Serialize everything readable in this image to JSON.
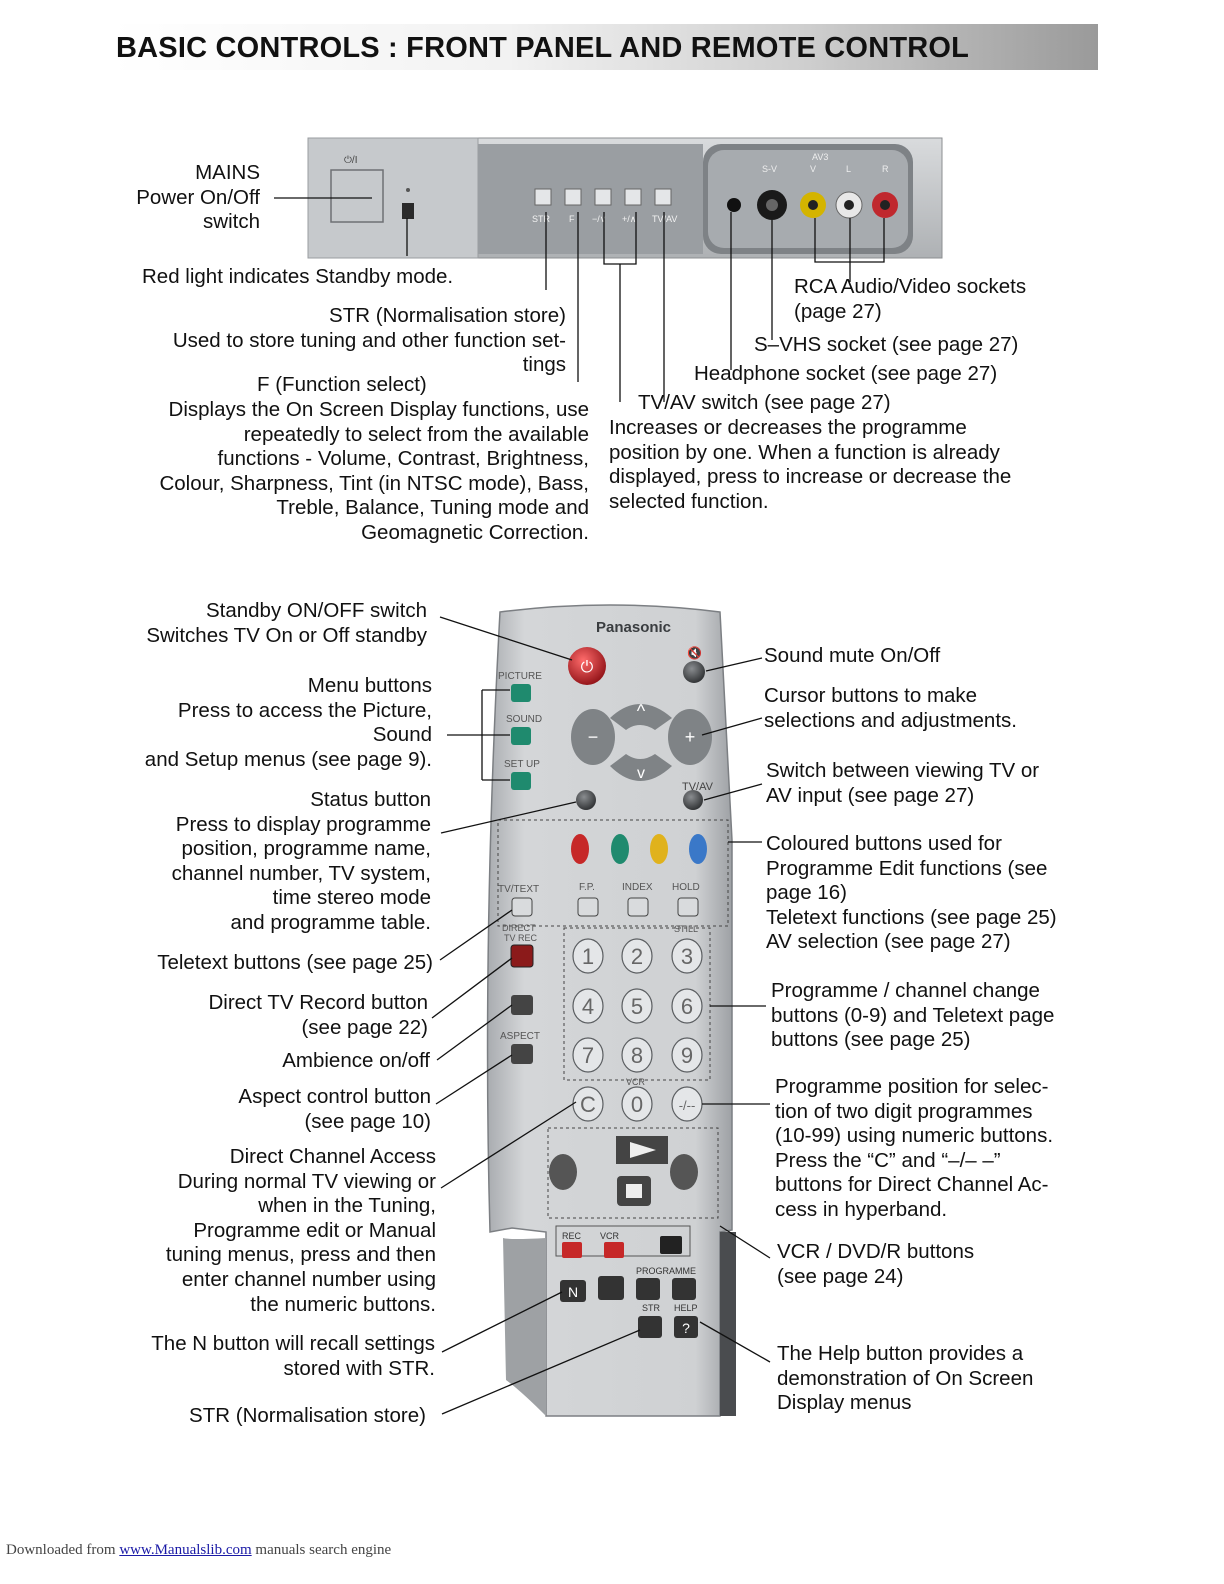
{
  "page": {
    "title": "BASIC CONTROLS : FRONT PANEL AND REMOTE CONTROL"
  },
  "front_panel": {
    "power_label": "⏻/I",
    "button_labels": [
      "STR",
      "F",
      "−/∨",
      "+/∧",
      "TV/AV"
    ],
    "socket_header": "AV3",
    "socket_labels": [
      "S-V",
      "V",
      "L",
      "R"
    ],
    "annotations": {
      "mains": "MAINS\nPower On/Off\nswitch",
      "red_light": "Red light indicates Standby mode.",
      "str": "STR (Normalisation store)\nUsed to store tuning and other function set-\ntings",
      "f": "F (Function select)",
      "f_desc": "Displays the On Screen Display functions, use\nrepeatedly to select from the available\nfunctions - Volume, Contrast, Brightness,\nColour, Sharpness, Tint (in NTSC mode), Bass,\nTreble, Balance, Tuning mode and\nGeomagnetic Correction.",
      "rca": "RCA Audio/Video sockets\n(page 27)",
      "svhs": "S–VHS socket (see page 27)",
      "headphone": "Headphone socket (see page 27)",
      "tvav": "TV/AV switch (see page 27)",
      "incdec": "Increases or decreases the programme\nposition by one. When a function is already\ndisplayed, press to increase or decrease the\nselected function."
    }
  },
  "remote": {
    "brand": "Panasonic",
    "labels": {
      "picture": "PICTURE",
      "sound": "SOUND",
      "setup": "SET UP",
      "tvav": "TV/AV",
      "tvtext": "TV/TEXT",
      "fp": "F.P.",
      "index": "INDEX",
      "hold": "HOLD",
      "still": "STILL",
      "direct_tv_rec": "DIRECT\nTV REC",
      "aspect": "ASPECT",
      "vcr": "VCR",
      "rec": "REC",
      "vcr2": "VCR",
      "programme": "PROGRAMME",
      "str": "STR",
      "help": "HELP"
    },
    "digits": [
      "1",
      "2",
      "3",
      "4",
      "5",
      "6",
      "7",
      "8",
      "9"
    ],
    "c_key": "C",
    "zero_key": "0",
    "dash_key": "-/--",
    "n_key": "N",
    "help_key": "?",
    "annotations": {
      "standby": "Standby ON/OFF switch\nSwitches TV On or Off standby",
      "menu": "Menu buttons\nPress to access the Picture,\nSound\nand Setup menus (see page 9).",
      "status": "Status button\nPress to display programme\nposition, programme name,\nchannel number, TV system,\ntime stereo mode\nand programme table.",
      "teletext": "Teletext buttons (see page 25)",
      "direct_rec": "Direct TV Record button\n(see page 22)",
      "ambience": "Ambience on/off",
      "aspect": "Aspect control button\n(see page 10)",
      "direct_channel": "Direct Channel Access\nDuring normal TV viewing or\nwhen in the Tuning,\nProgramme edit or Manual\ntuning menus, press and then\nenter channel number using\nthe numeric buttons.",
      "n_button": "The N button will recall settings\nstored with STR.",
      "str": "STR (Normalisation store)",
      "mute": "Sound mute On/Off",
      "cursor": "Cursor buttons to make\nselections and adjustments.",
      "tv_av": "Switch between viewing TV or\nAV input (see page 27)",
      "coloured": "Coloured buttons used for\nProgramme Edit functions (see\npage 16)\nTeletext functions (see page 25)\nAV selection (see page 27)",
      "numeric": "Programme / channel change\nbuttons (0-9) and Teletext page\nbuttons (see page 25)",
      "two_digit": "Programme position for selec-\ntion of two digit programmes\n(10-99) using numeric buttons.\nPress the “C” and “–/– –”\nbuttons for Direct Channel Ac-\ncess in hyperband.",
      "vcr_dvd": "VCR / DVD/R buttons\n(see page 24)",
      "help": "The Help button provides a\ndemonstration of On Screen\nDisplay menus"
    }
  },
  "footer": {
    "prefix": "Downloaded from ",
    "link": "www.Manualslib.com",
    "suffix": "  manuals search engine"
  },
  "colors": {
    "panel": "#c9cccf",
    "remote_body": "#c7c9cc",
    "standby_red": "#c0282e",
    "btn_red": "#c62828",
    "btn_green": "#1f8a6e",
    "btn_yellow": "#e0b21c",
    "btn_blue": "#3a78c8"
  }
}
